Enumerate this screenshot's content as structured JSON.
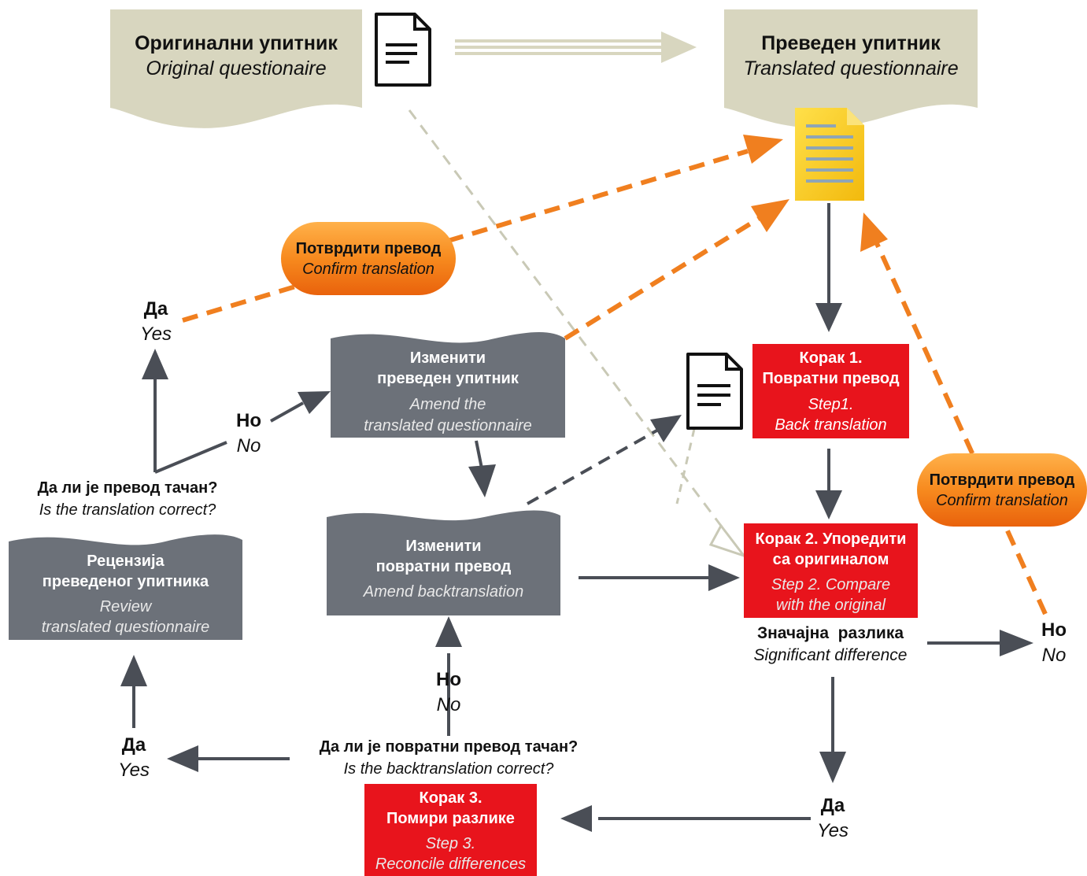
{
  "original_questionnaire": {
    "title_sr": "Оригинални упитник",
    "title_en": "Original questionaire"
  },
  "translated_questionnaire": {
    "title_sr": "Преведен упитник",
    "title_en": "Translated questionnaire"
  },
  "confirm_top": {
    "sr": "Потврдити превод",
    "en": "Confirm translation"
  },
  "confirm_right": {
    "sr": "Потврдити превод",
    "en": "Confirm translation"
  },
  "step1": {
    "title_sr_1": "Корак 1.",
    "title_sr_2": "Повратни превод",
    "title_en_1": "Step1.",
    "title_en_2": "Back translation"
  },
  "step2": {
    "title_sr_1": "Корак 2. Упоредити",
    "title_sr_2": "са оригиналом",
    "title_en_1": "Step 2. Compare",
    "title_en_2": "with the original"
  },
  "step3": {
    "title_sr_1": "Корак 3.",
    "title_sr_2": "Помири разлике",
    "title_en_1": "Step 3.",
    "title_en_2": "Reconcile differences"
  },
  "amend_translated": {
    "sr_1": "Изменити",
    "sr_2": "преведен упитник",
    "en_1": "Amend the",
    "en_2": "translated questionnaire"
  },
  "amend_back": {
    "sr_1": "Изменити",
    "sr_2": "повратни превод",
    "en_1": "Amend backtranslation"
  },
  "review": {
    "sr_1": "Рецензија",
    "sr_2": "преведеног упитника",
    "en_1": "Review",
    "en_2": "translated questionnaire"
  },
  "significant": {
    "sr": "Значајна  разлика",
    "en": "Significant difference"
  },
  "q_translation": {
    "sr": "Да ли је превод тачан?",
    "en": "Is the translation correct?"
  },
  "q_back": {
    "sr": "Да ли је повратни превод тачан?",
    "en": "Is the backtranslation correct?"
  },
  "yes_top_left": {
    "sr": "Да",
    "en": "Yes"
  },
  "no_mid_left": {
    "sr": "Но",
    "en": "No"
  },
  "no_center": {
    "sr": "Но",
    "en": "No"
  },
  "yes_bottom_left": {
    "sr": "Да",
    "en": "Yes"
  },
  "no_right": {
    "sr": "Но",
    "en": "No"
  },
  "yes_bottom_right": {
    "sr": "Да",
    "en": "Yes"
  },
  "colors": {
    "beige": "#d8d6bf",
    "gray": "#6c7179",
    "red": "#e8141c",
    "orange": "#f07f1f",
    "yellow": "#f7cd1f",
    "arrow": "#4a4e56"
  }
}
